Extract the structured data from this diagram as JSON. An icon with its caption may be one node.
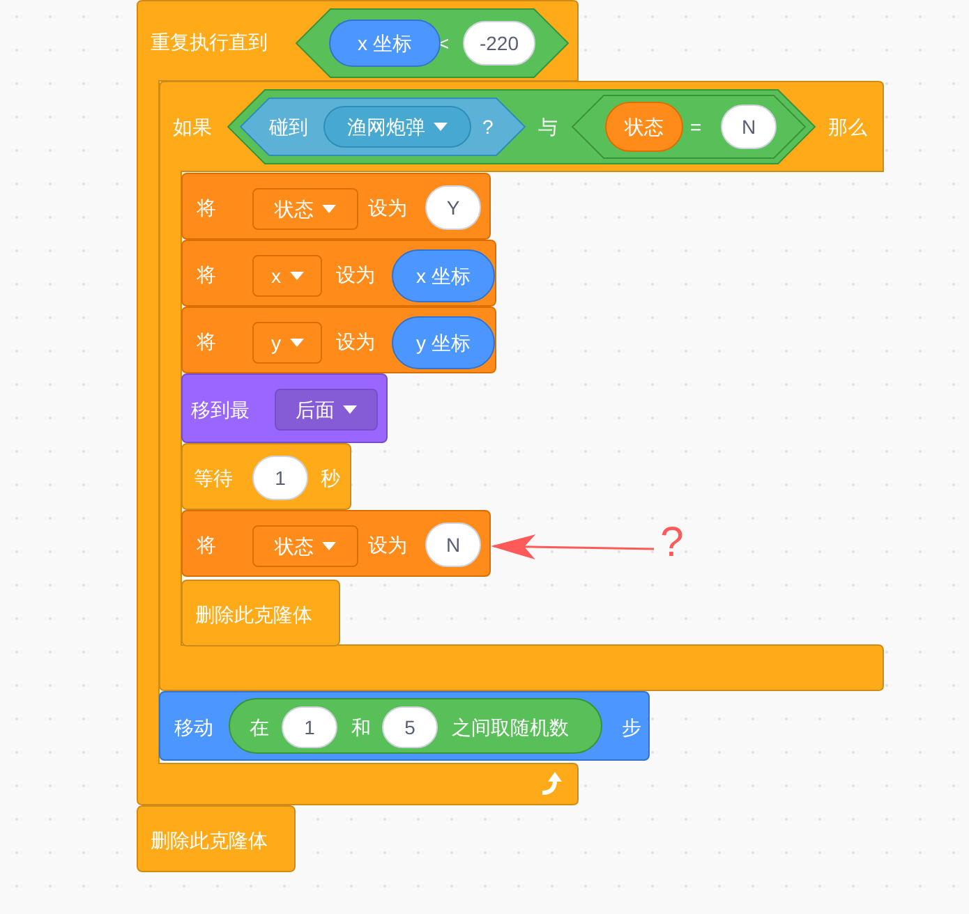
{
  "diagram": {
    "nodes": [
      {
        "text": [
          "重复执行直到"
        ]
      },
      {
        "text": [
          "<"
        ],
        "in": 0
      },
      {
        "text": [
          "x 坐标"
        ],
        "in": 1
      },
      {
        "text": [
          "-220"
        ],
        "in": 1
      },
      {
        "text": [
          "如果",
          "那么"
        ]
      },
      {
        "text": [
          "与"
        ],
        "in": 4
      },
      {
        "text": [
          "碰到",
          "?"
        ],
        "in": 5
      },
      {
        "text": [
          "渔网炮弹"
        ],
        "in": 6
      },
      {
        "text": [
          "="
        ],
        "in": 5
      },
      {
        "text": [
          "状态"
        ],
        "in": 8
      },
      {
        "text": [
          "N"
        ],
        "in": 8
      },
      {
        "text": [
          "将",
          "设为"
        ],
        "in": 4
      },
      {
        "text": [
          "状态"
        ],
        "in": 11
      },
      {
        "text": [
          "Y"
        ],
        "in": 11
      },
      {
        "text": [
          "将",
          "设为"
        ],
        "in": 4
      },
      {
        "text": [
          "x"
        ],
        "in": 14
      },
      {
        "text": [
          "x 坐标"
        ],
        "in": 14
      },
      {
        "text": [
          "将",
          "设为"
        ],
        "in": 4
      },
      {
        "text": [
          "y"
        ],
        "in": 17
      },
      {
        "text": [
          "y 坐标"
        ],
        "in": 17
      },
      {
        "text": [
          "移到最"
        ],
        "in": 4
      },
      {
        "text": [
          "后面"
        ],
        "in": 20
      },
      {
        "text": [
          "等待",
          "秒"
        ],
        "in": 4
      },
      {
        "text": [
          "1"
        ],
        "in": 22
      },
      {
        "text": [
          "将",
          "设为"
        ],
        "in": 4
      },
      {
        "text": [
          "状态"
        ],
        "in": 24
      },
      {
        "text": [
          "N"
        ],
        "in": 24
      },
      {
        "text": [
          "删除此克隆体"
        ],
        "in": 4
      },
      {
        "text": [
          "移动",
          "步"
        ]
      },
      {
        "text": [
          "在",
          "和",
          "之间取随机数"
        ],
        "in": 28
      },
      {
        "text": [
          "1"
        ],
        "in": 29
      },
      {
        "text": [
          "5"
        ],
        "in": 29
      },
      {
        "text": [
          "删除此克隆体"
        ]
      },
      {
        "text": [
          "?"
        ]
      }
    ],
    "edges": [
      {
        "from": 33,
        "to": 24,
        "arrow": "to",
        "color": "#ff5a5a"
      }
    ]
  }
}
